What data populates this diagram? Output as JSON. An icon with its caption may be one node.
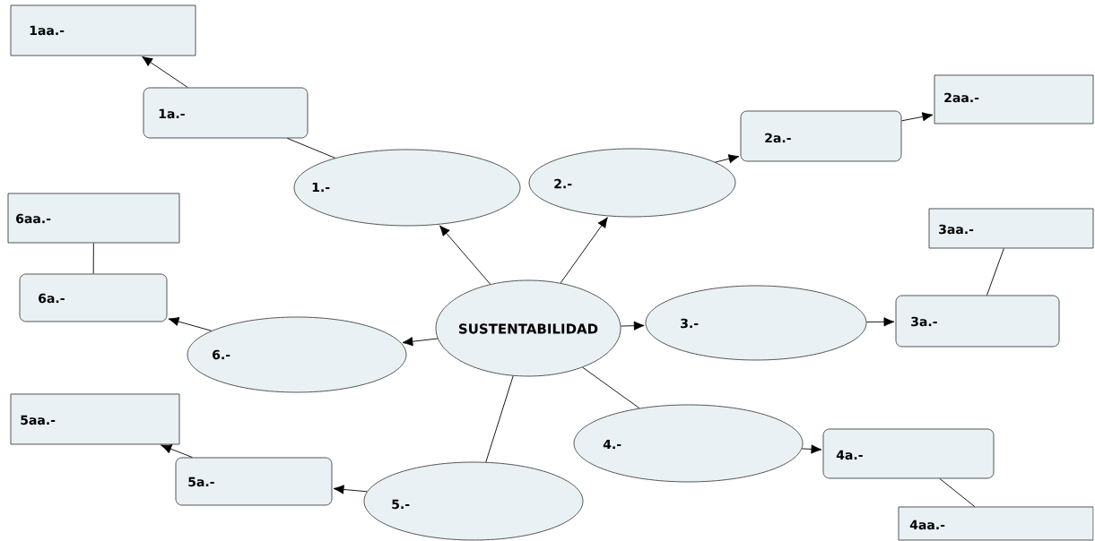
{
  "diagram": {
    "nodes": [
      {
        "text": [
          "1aa.-"
        ]
      },
      {
        "text": [
          "1a.-"
        ]
      },
      {
        "text": [
          "2aa.-"
        ]
      },
      {
        "text": [
          "2a.-"
        ]
      },
      {
        "text": [
          "1.-"
        ]
      },
      {
        "text": [
          "2.-"
        ]
      },
      {
        "text": [
          "6aa.-"
        ]
      },
      {
        "text": [
          "3aa.-"
        ]
      },
      {
        "text": [
          "6a.-"
        ]
      },
      {
        "text": [
          "SUSTENTABILIDAD"
        ]
      },
      {
        "text": [
          "3.-"
        ]
      },
      {
        "text": [
          "3a.-"
        ]
      },
      {
        "text": [
          "6.-"
        ]
      },
      {
        "text": [
          "5aa.-"
        ]
      },
      {
        "text": [
          "4.-"
        ]
      },
      {
        "text": [
          "4a.-"
        ]
      },
      {
        "text": [
          "5a.-"
        ]
      },
      {
        "text": [
          "5.-"
        ]
      },
      {
        "text": [
          "4aa.-"
        ]
      }
    ],
    "edges": [
      {
        "from": 9,
        "to": 4,
        "arrow": "to"
      },
      {
        "from": 9,
        "to": 5,
        "arrow": "to"
      },
      {
        "from": 9,
        "to": 10,
        "arrow": "to"
      },
      {
        "from": 9,
        "to": 14,
        "arrow": "none"
      },
      {
        "from": 9,
        "to": 17,
        "arrow": "none"
      },
      {
        "from": 9,
        "to": 12,
        "arrow": "to"
      },
      {
        "from": 4,
        "to": 1,
        "arrow": "none"
      },
      {
        "from": 1,
        "to": 0,
        "arrow": "to"
      },
      {
        "from": 5,
        "to": 3,
        "arrow": "to"
      },
      {
        "from": 3,
        "to": 2,
        "arrow": "to"
      },
      {
        "from": 10,
        "to": 11,
        "arrow": "to"
      },
      {
        "from": 11,
        "to": 7,
        "arrow": "none"
      },
      {
        "from": 14,
        "to": 15,
        "arrow": "to"
      },
      {
        "from": 15,
        "to": 18,
        "arrow": "none"
      },
      {
        "from": 17,
        "to": 16,
        "arrow": "to"
      },
      {
        "from": 16,
        "to": 13,
        "arrow": "to"
      },
      {
        "from": 12,
        "to": 8,
        "arrow": "to"
      },
      {
        "from": 8,
        "to": 6,
        "arrow": "none"
      }
    ]
  }
}
